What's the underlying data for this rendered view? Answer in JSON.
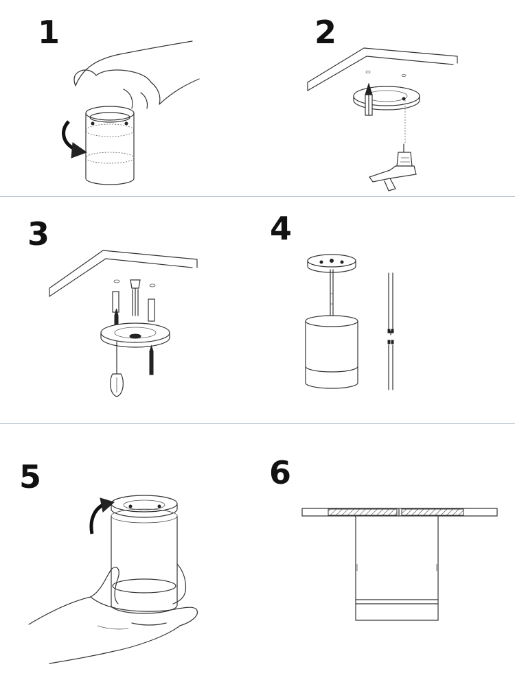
{
  "steps": [
    {
      "number": "1",
      "illustration": "twist-off-shade"
    },
    {
      "number": "2",
      "illustration": "mark-and-drill-ceiling"
    },
    {
      "number": "3",
      "illustration": "screw-mounting-plate"
    },
    {
      "number": "4",
      "illustration": "connect-wires"
    },
    {
      "number": "5",
      "illustration": "twist-on-shade"
    },
    {
      "number": "6",
      "illustration": "installed-fixture"
    }
  ],
  "colors": {
    "divider": "#b9c4d0",
    "line": "#333333",
    "text": "#111111"
  }
}
